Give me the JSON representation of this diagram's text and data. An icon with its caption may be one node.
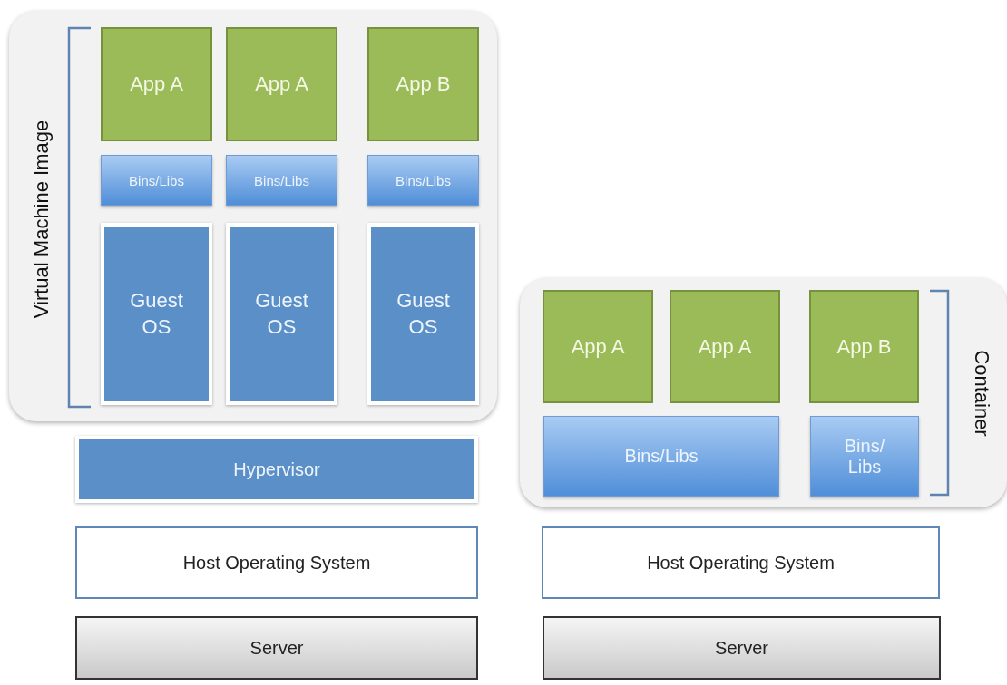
{
  "diagram": {
    "nodes": [
      {
        "text": [
          "Virtual Machine Image"
        ]
      },
      {
        "text": [
          "App A"
        ],
        "in": 0
      },
      {
        "text": [
          "App A"
        ],
        "in": 0
      },
      {
        "text": [
          "App B"
        ],
        "in": 0
      },
      {
        "text": [
          "Bins/Libs"
        ],
        "in": 0
      },
      {
        "text": [
          "Bins/Libs"
        ],
        "in": 0
      },
      {
        "text": [
          "Bins/Libs"
        ],
        "in": 0
      },
      {
        "text": [
          "Guest OS"
        ],
        "in": 0
      },
      {
        "text": [
          "Guest OS"
        ],
        "in": 0
      },
      {
        "text": [
          "Guest OS"
        ],
        "in": 0
      },
      {
        "text": [
          "Hypervisor"
        ]
      },
      {
        "text": [
          "Host Operating System"
        ]
      },
      {
        "text": [
          "Server"
        ]
      },
      {
        "text": [
          "Container"
        ]
      },
      {
        "text": [
          "App A"
        ],
        "in": 13
      },
      {
        "text": [
          "App A"
        ],
        "in": 13
      },
      {
        "text": [
          "App B"
        ],
        "in": 13
      },
      {
        "text": [
          "Bins/Libs"
        ],
        "in": 13
      },
      {
        "text": [
          "Bins/ Libs"
        ],
        "in": 13
      },
      {
        "text": [
          "Host Operating System"
        ]
      },
      {
        "text": [
          "Server"
        ]
      }
    ],
    "edges": []
  }
}
